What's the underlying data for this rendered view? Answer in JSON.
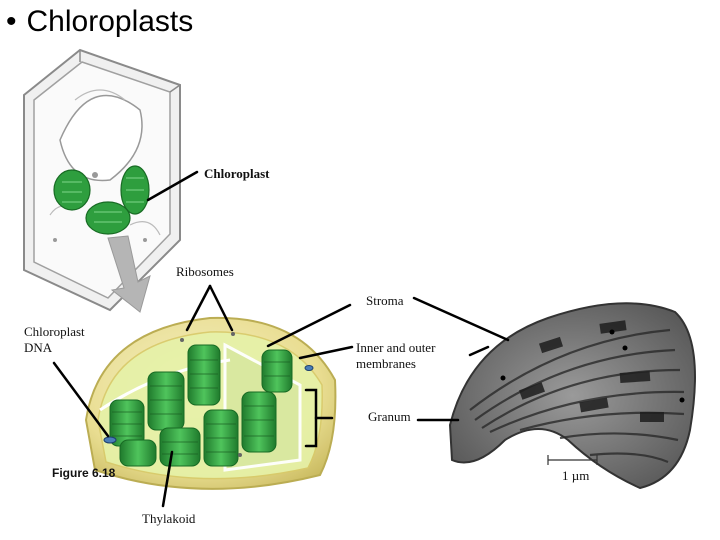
{
  "slide": {
    "bullet": "•",
    "title": "Chloroplasts"
  },
  "labels": {
    "chloroplast": "Chloroplast",
    "ribosomes": "Ribosomes",
    "stroma": "Stroma",
    "chloroplast_dna_line1": "Chloroplast",
    "chloroplast_dna_line2": "DNA",
    "membranes_line1": "Inner and outer",
    "membranes_line2": "membranes",
    "granum": "Granum",
    "thylakoid": "Thylakoid",
    "figure": "Figure 6.18",
    "scale": "1 µm"
  },
  "colors": {
    "chloroplast_green": "#2e9e3e",
    "envelope_yellow": "#e8dc8c",
    "micrograph_gray": "#707070",
    "leader_line": "#000000"
  }
}
